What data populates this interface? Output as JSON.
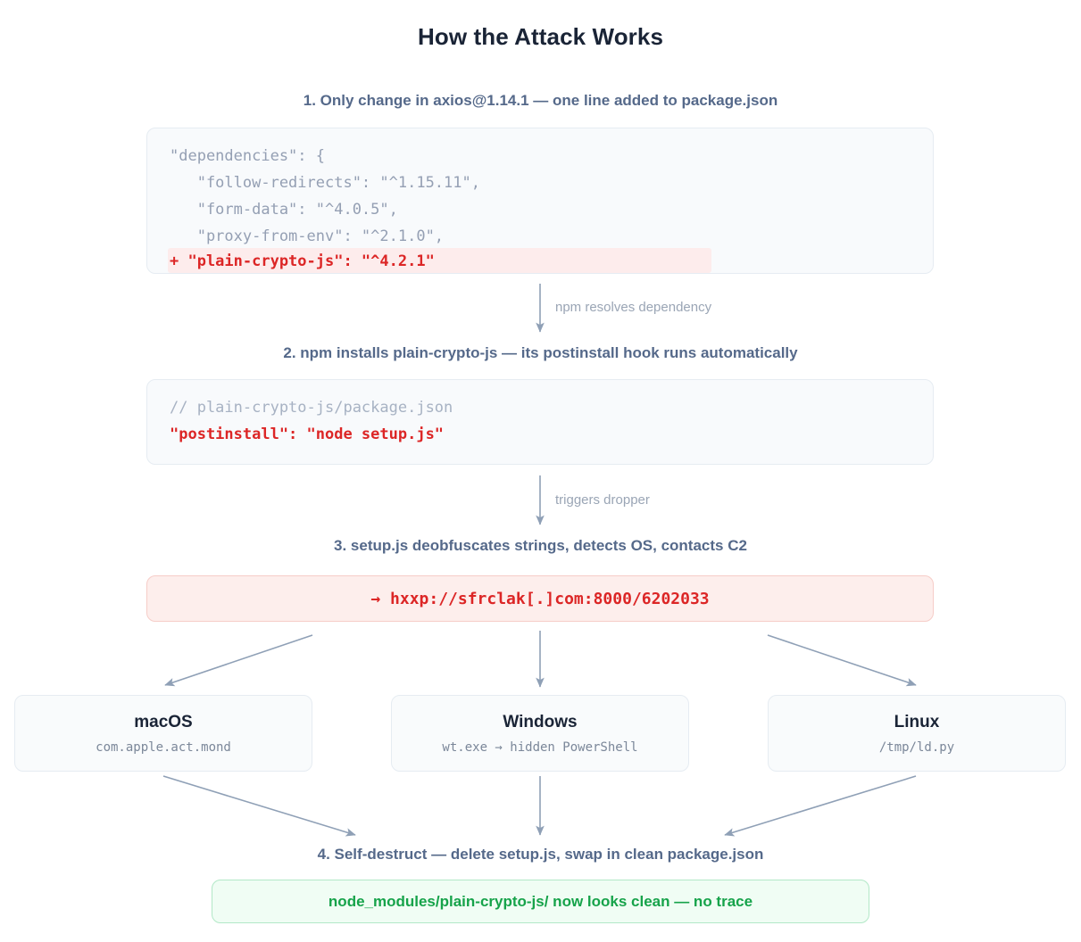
{
  "page": {
    "title": "How the Attack Works",
    "background": "#ffffff"
  },
  "colors": {
    "title": "#1a2436",
    "step_heading": "#55698a",
    "code_text": "#949fb3",
    "code_bg": "#f8fafc",
    "code_border": "#e6ecf2",
    "danger_red": "#dc2626",
    "danger_bg": "#fdeeec",
    "danger_border": "#f6cdc8",
    "highlight_bg": "#fdecec",
    "clean_green": "#16a34a",
    "clean_bg": "#f0fdf4",
    "clean_border": "#b2e8c7",
    "arrow": "#8fa0b6",
    "arrow_label": "#9aa5b5"
  },
  "steps": {
    "step1": "1. Only change in axios@1.14.1 — one line added to package.json",
    "step2": "2. npm installs plain-crypto-js — its postinstall hook runs automatically",
    "step3": "3. setup.js deobfuscates strings, detects OS, contacts C2",
    "step4": "4. Self-destruct — delete setup.js, swap in clean package.json"
  },
  "code_block_1": {
    "lines": [
      "\"dependencies\": {",
      "   \"follow-redirects\": \"^1.15.11\",",
      "   \"form-data\": \"^4.0.5\",",
      "   \"proxy-from-env\": \"^2.1.0\","
    ],
    "added_line": "+ \"plain-crypto-js\": \"^4.2.1\""
  },
  "code_block_2": {
    "comment": "// plain-crypto-js/package.json",
    "code": "\"postinstall\": \"node setup.js\""
  },
  "arrow_labels": {
    "label1": "npm resolves dependency",
    "label2": "triggers dropper"
  },
  "c2": {
    "url": "→ hxxp://sfrclak[.]com:8000/6202033"
  },
  "os_targets": [
    {
      "name": "macOS",
      "payload": "com.apple.act.mond"
    },
    {
      "name": "Windows",
      "payload": "wt.exe → hidden PowerShell"
    },
    {
      "name": "Linux",
      "payload": "/tmp/ld.py"
    }
  ],
  "clean_result": {
    "text": "node_modules/plain-crypto-js/ now looks clean — no trace"
  }
}
